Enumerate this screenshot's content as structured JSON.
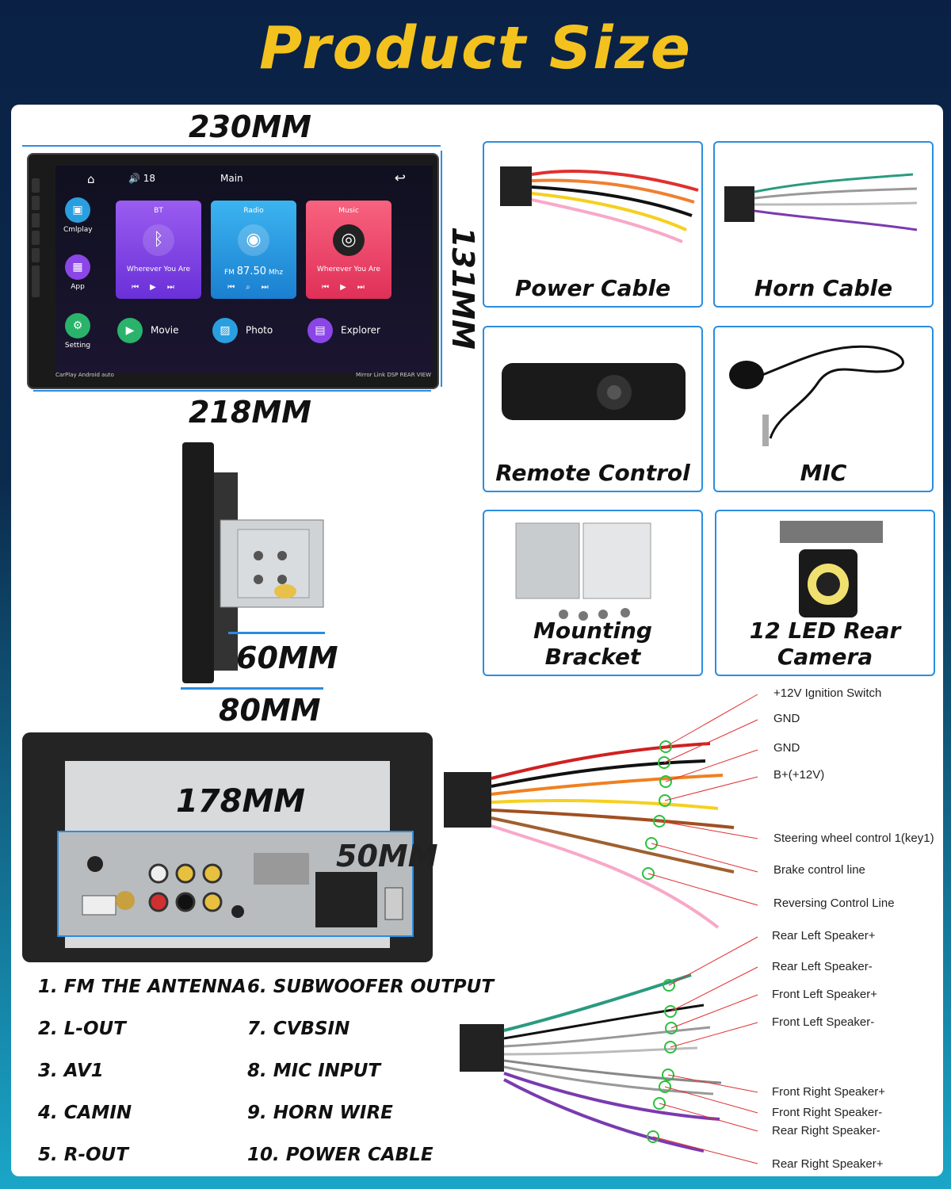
{
  "title": "Product Size",
  "dimensions": {
    "width_top": "230MM",
    "width_bottom": "218MM",
    "height": "131MM",
    "depth": "60MM",
    "side_width": "80MM",
    "chassis_width": "178MM",
    "chassis_height": "50MM"
  },
  "screen": {
    "volume": "18",
    "main_label": "Main",
    "side_apps": [
      "Cmlplay",
      "App",
      "Setting"
    ],
    "cards": [
      {
        "title": "BT",
        "subtitle": "Wherever You Are",
        "color": "#8a46e6"
      },
      {
        "title": "Radio",
        "band": "FM",
        "frequency": "87.50",
        "unit": "Mhz",
        "color": "#2a9fe0"
      },
      {
        "title": "Music",
        "subtitle": "Wherever You Are",
        "color": "#f0466a"
      }
    ],
    "bottom_apps": [
      "Movie",
      "Photo",
      "Explorer"
    ],
    "footer_left": "CarPlay Android auto",
    "footer_right": "Mirror Link DSP REAR VIEW"
  },
  "accessories": [
    {
      "label": "Power Cable"
    },
    {
      "label": "Horn Cable"
    },
    {
      "label": "Remote Control"
    },
    {
      "label": "MIC"
    },
    {
      "label": "Mounting Bracket"
    },
    {
      "label": "12 LED Rear Camera"
    }
  ],
  "ports": [
    "1. FM THE ANTENNA",
    "2. L-OUT",
    "3. AV1",
    "4. CAMIN",
    "5. R-OUT",
    "6. SUBWOOFER OUTPUT",
    "7. CVBSIN",
    "8. MIC INPUT",
    "9. HORN WIRE",
    "10. POWER CABLE"
  ],
  "power_wires": [
    "+12V Ignition Switch",
    "GND",
    "GND",
    "B+(+12V)",
    "Steering wheel control 1(key1)",
    "Brake control line",
    "Reversing Control Line"
  ],
  "speaker_wires": [
    "Rear Left Speaker+",
    "Rear Left Speaker-",
    "Front Left Speaker+",
    "Front Left Speaker-",
    "Front Right Speaker+",
    "Front Right Speaker-",
    "Rear Right Speaker-",
    "Rear Right Speaker+"
  ],
  "colors": {
    "title": "#f4c21e",
    "accent_border": "#2a8de0",
    "background_top": "#0a2145",
    "background_bottom": "#1aa6c8"
  }
}
